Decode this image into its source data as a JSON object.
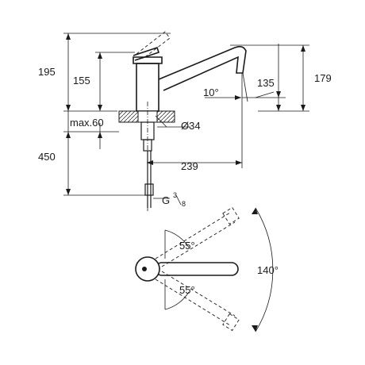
{
  "dimensions": {
    "total_height": "195",
    "lever_height": "155",
    "spout_height": "179",
    "outlet_height": "135",
    "spout_angle": "10°",
    "deck_thickness": "max.60",
    "hole_diameter": "Ø34",
    "hose_length": "450",
    "spout_reach": "239",
    "thread_prefix": "G",
    "thread_num": "3",
    "thread_den": "8",
    "swivel_upper": "55°",
    "swivel_lower": "55°",
    "swivel_total": "140°"
  }
}
